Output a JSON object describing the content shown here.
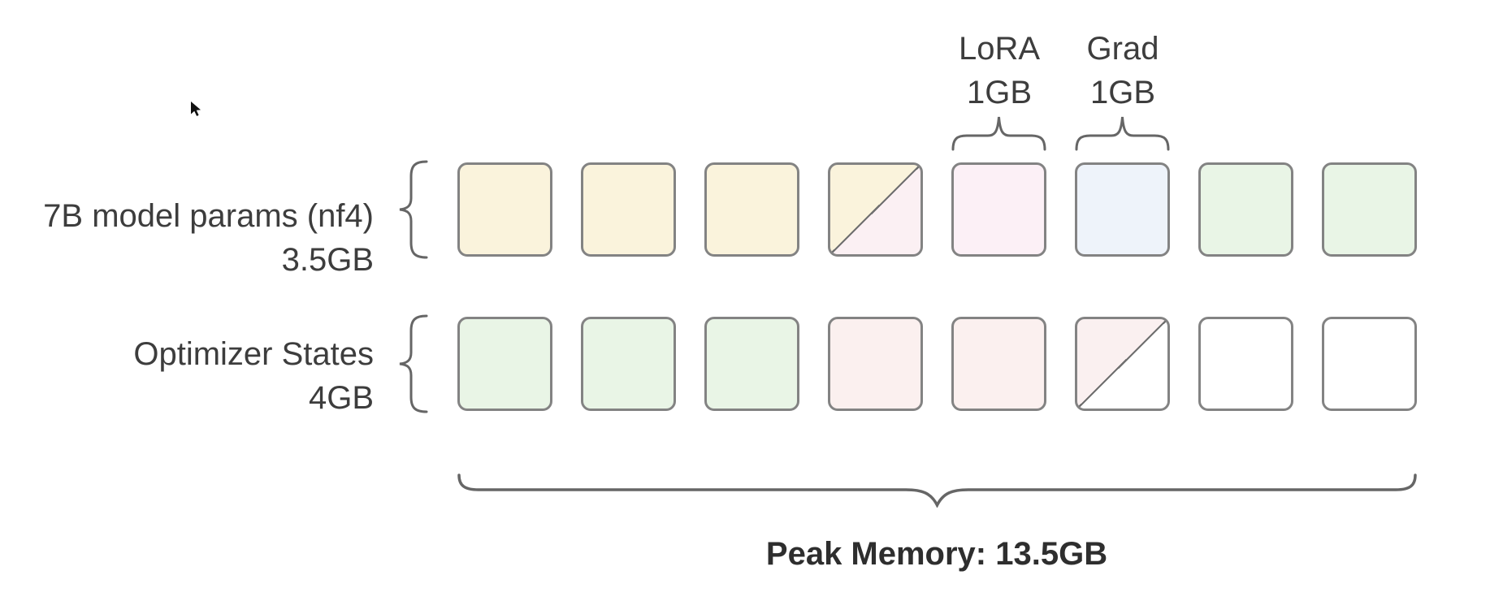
{
  "annotations": {
    "lora": {
      "name": "LoRA",
      "size": "1GB"
    },
    "grad": {
      "name": "Grad",
      "size": "1GB"
    }
  },
  "rows": [
    {
      "label": "7B model params (nf4)",
      "size": "3.5GB",
      "cells": [
        {
          "fill": "#faf3dc"
        },
        {
          "fill": "#faf3dc"
        },
        {
          "fill": "#faf3dc"
        },
        {
          "fill_tl": "#faf3dc",
          "fill_br": "#fbf0f3"
        },
        {
          "fill": "#fcf0f6"
        },
        {
          "fill": "#eef3fa"
        },
        {
          "fill": "#e9f5e6"
        },
        {
          "fill": "#e9f5e6"
        }
      ]
    },
    {
      "label": "Optimizer States",
      "size": "4GB",
      "cells": [
        {
          "fill": "#e9f5e6"
        },
        {
          "fill": "#e9f5e6"
        },
        {
          "fill": "#e9f5e6"
        },
        {
          "fill": "#fbf0ef"
        },
        {
          "fill": "#fbf0ef"
        },
        {
          "fill_tl": "#faf0f0",
          "fill_br": "#ffffff"
        },
        {
          "fill": "#ffffff"
        },
        {
          "fill": "#ffffff"
        }
      ]
    }
  ],
  "footer": {
    "peak_label": "Peak Memory: 13.5GB"
  },
  "colors": {
    "cell_border": "#838383",
    "split_line": "#6f6f6f",
    "brace": "#666666",
    "text": "#3d3d3d"
  }
}
